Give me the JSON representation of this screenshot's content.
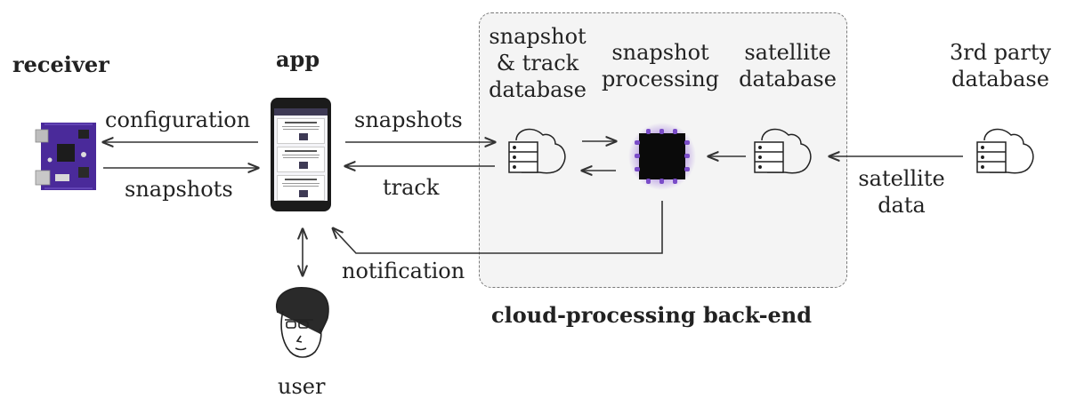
{
  "nodes": {
    "receiver": "receiver",
    "app": "app",
    "user": "user",
    "snapshot_track_db": [
      "snapshot",
      "& track",
      "database"
    ],
    "snapshot_processing": [
      "snapshot",
      "processing"
    ],
    "satellite_db": [
      "satellite",
      "database"
    ],
    "third_party_db": [
      "3rd party",
      "database"
    ],
    "backend": "cloud-processing back-end"
  },
  "edges": {
    "configuration": "configuration",
    "snapshots_receiver": "snapshots",
    "snapshots_app": "snapshots",
    "track": "track",
    "notification": "notification",
    "satellite_data": [
      "satellite",
      "data"
    ]
  },
  "colors": {
    "accent_purple": "#4a2a9a",
    "chip_glow": "#8c5cd6",
    "backend_fill": "#f4f4f4"
  },
  "icons": [
    "receiver-board-icon",
    "smartphone-icon",
    "user-face-icon",
    "server-cloud-icon",
    "processor-chip-icon"
  ]
}
